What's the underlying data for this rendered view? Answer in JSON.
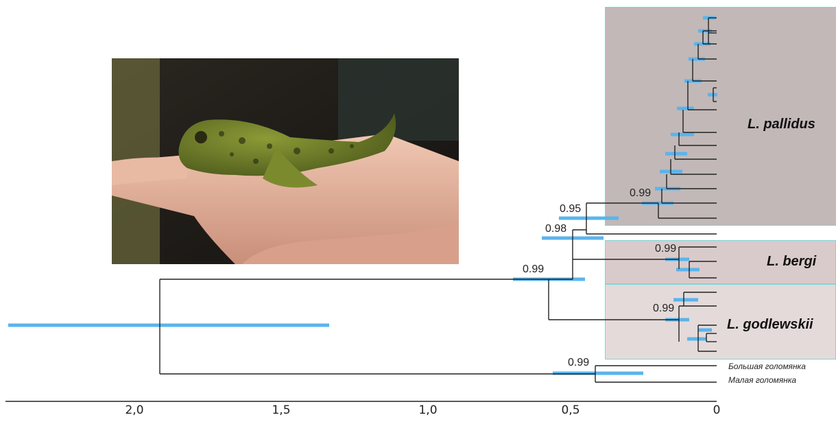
{
  "clades": [
    {
      "name": "L. pallidus",
      "color": "#c2b8b8"
    },
    {
      "name": "L. bergi",
      "color": "#d9cbcb"
    },
    {
      "name": "L. godlewskii",
      "color": "#e4dada"
    }
  ],
  "outgroup_labels": [
    "Большая голомянка",
    "Малая голомянка"
  ],
  "support_values": {
    "root_outgroup": "0.99",
    "main": "0.99",
    "bergi_plus_pallidus": "0.98",
    "pallidus_stem": "0.95",
    "pallidus_crown": "0.99",
    "bergi_crown": "0.99",
    "godlewskii_crown": "0.99"
  },
  "axis": {
    "ticks": [
      "2,0",
      "1,5",
      "1,0",
      "0,5",
      "0"
    ]
  },
  "colors": {
    "hpd_bar": "#5ab4ec",
    "branch": "#222222",
    "clade_border": "#7fd6d6"
  },
  "photo": {
    "subject": "fish-on-palm",
    "fish_color": "#6b7a2a"
  }
}
